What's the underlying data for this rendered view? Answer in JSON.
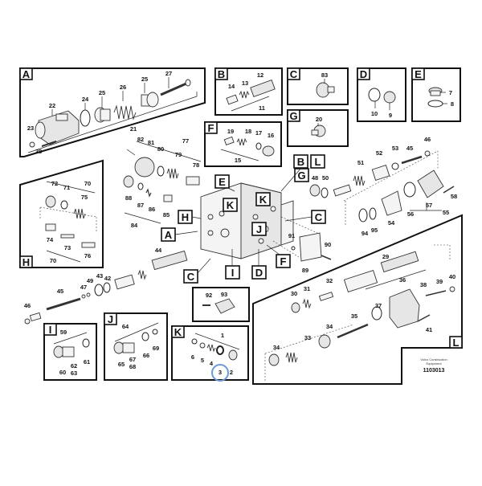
{
  "diagram": {
    "type": "exploded-parts-diagram",
    "subject": "Control valve assembly",
    "footer": {
      "company_line1": "Volvo Construction",
      "company_line2": "Equipment",
      "drawing_number": "1103013"
    },
    "highlight": {
      "part": "3",
      "color": "#6a9bd8"
    },
    "detail_views": [
      {
        "id": "A",
        "parts": [
          "21",
          "22",
          "23",
          "24",
          "25",
          "25",
          "26",
          "27",
          "28"
        ]
      },
      {
        "id": "B",
        "parts": [
          "11",
          "12",
          "13",
          "14"
        ]
      },
      {
        "id": "C",
        "parts": [
          "83"
        ]
      },
      {
        "id": "D",
        "parts": [
          "9",
          "10"
        ]
      },
      {
        "id": "E",
        "parts": [
          "7",
          "8"
        ]
      },
      {
        "id": "F",
        "parts": [
          "15",
          "16",
          "17",
          "18",
          "19"
        ]
      },
      {
        "id": "G",
        "parts": [
          "20"
        ]
      },
      {
        "id": "H",
        "parts": [
          "70",
          "70",
          "71",
          "72",
          "73",
          "74",
          "75",
          "76"
        ]
      },
      {
        "id": "I",
        "parts": [
          "59",
          "60",
          "61",
          "62",
          "63"
        ]
      },
      {
        "id": "J",
        "parts": [
          "64",
          "65",
          "66",
          "67",
          "68",
          "69"
        ]
      },
      {
        "id": "K",
        "parts": [
          "1",
          "2",
          "3",
          "4",
          "5",
          "6"
        ]
      },
      {
        "id": "L",
        "parts": [
          "29",
          "30",
          "31",
          "32",
          "33",
          "34",
          "34",
          "35",
          "36",
          "37",
          "38",
          "39",
          "40",
          "41"
        ]
      }
    ],
    "labels": {
      "A": "A",
      "B": "B",
      "C": "C",
      "D": "D",
      "E": "E",
      "F": "F",
      "G": "G",
      "H": "H",
      "I": "I",
      "J": "J",
      "K": "K",
      "L": "L"
    },
    "callouts": {
      "p1": "1",
      "p2": "2",
      "p3": "3",
      "p4": "4",
      "p5": "5",
      "p6": "6",
      "p7": "7",
      "p8": "8",
      "p9": "9",
      "p10": "10",
      "p11": "11",
      "p12": "12",
      "p13": "13",
      "p14": "14",
      "p15": "15",
      "p16": "16",
      "p17": "17",
      "p18": "18",
      "p19": "19",
      "p20": "20",
      "p21": "21",
      "p22": "22",
      "p23": "23",
      "p24": "24",
      "p25a": "25",
      "p25b": "25",
      "p26": "26",
      "p27": "27",
      "p28": "28",
      "p29": "29",
      "p30": "30",
      "p31": "31",
      "p32": "32",
      "p33": "33",
      "p34a": "34",
      "p34b": "34",
      "p35": "35",
      "p36": "36",
      "p37": "37",
      "p38": "38",
      "p39": "39",
      "p40": "40",
      "p41": "41",
      "p42": "42",
      "p43": "43",
      "p44": "44",
      "p45a": "45",
      "p45b": "45",
      "p46a": "46",
      "p46b": "46",
      "p47": "47",
      "p48": "48",
      "p49": "49",
      "p50": "50",
      "p51": "51",
      "p52": "52",
      "p53": "53",
      "p54": "54",
      "p55": "55",
      "p56": "56",
      "p57": "57",
      "p58": "58",
      "p59": "59",
      "p60": "60",
      "p61": "61",
      "p62": "62",
      "p63": "63",
      "p64": "64",
      "p65": "65",
      "p66": "66",
      "p67": "67",
      "p68": "68",
      "p69": "69",
      "p70a": "70",
      "p70b": "70",
      "p71": "71",
      "p72": "72",
      "p73": "73",
      "p74": "74",
      "p75": "75",
      "p76": "76",
      "p77": "77",
      "p78": "78",
      "p79": "79",
      "p80": "80",
      "p81": "81",
      "p82": "82",
      "p83": "83",
      "p84": "84",
      "p85": "85",
      "p86": "86",
      "p87": "87",
      "p88": "88",
      "p89": "89",
      "p90": "90",
      "p91": "91",
      "p92": "92",
      "p93": "93",
      "p94": "94",
      "p95": "95"
    }
  }
}
